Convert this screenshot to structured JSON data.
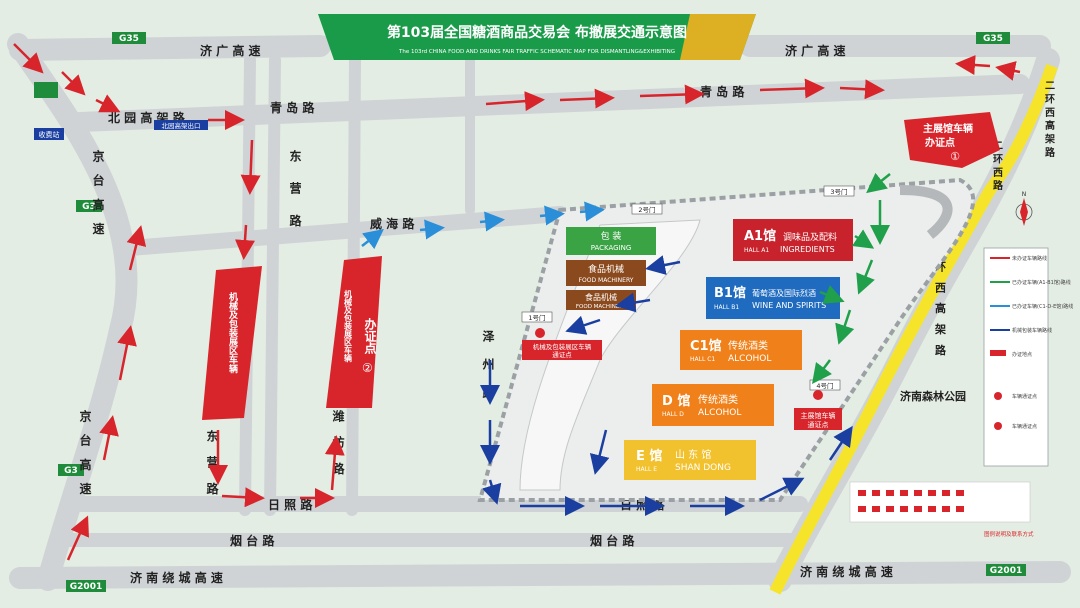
{
  "title": {
    "main": "第103届全国糖酒商品交易会  布撤展交通示意图",
    "sub": "The 103rd CHINA FOOD AND DRINKS FAIR TRAFFIC SCHEMATIC MAP FOR DISMANTLING&EXHIBITING"
  },
  "highway_badges": [
    "G35",
    "G35",
    "G3",
    "G3",
    "G2001",
    "G2001"
  ],
  "roads": {
    "jiguang_left": "济 广 高 速",
    "jiguang_right": "济 广 高 速",
    "beiyuan": "北 园 高 架 路",
    "qingdao_1": "青 岛 路",
    "qingdao_2": "青 岛 路",
    "dongying": "东 营 路",
    "weihai": "威 海 路",
    "jingtai_top": "京 台 高 速",
    "jingtai_bottom": "京 台 高 速",
    "erhuan_top": "二 环 西 高 架 路",
    "erhuan_right": "二 环 西 路",
    "erhuan_mid": "二 环 西 高 架 路",
    "zezhou": "泽 州 路",
    "weifang": "潍 坊 路",
    "dongying_lower": "东 营 路",
    "rizhao_1": "日 照 路",
    "rizhao_2": "日 照 路",
    "yantai_1": "烟 台 路",
    "yantai_2": "烟 台 路",
    "jinan_ring": "济 南 绕 城 高 速",
    "jinan_ring_right": "济 南 绕 城 高 速",
    "beiyuan_exit": "北园高架出口",
    "toll": "收费站",
    "forest_park": "济南森林公园",
    "erhuan_small": "二环西高架"
  },
  "gates": {
    "g1": "1号门",
    "g2": "2号门",
    "g3": "3号门",
    "g4": "4号门"
  },
  "halls": [
    {
      "id": "A1",
      "cn": "调味品及配料",
      "en": "INGREDIENTS",
      "code": "A1馆",
      "hall": "HALL A1",
      "color": "#c8232c"
    },
    {
      "id": "B1",
      "cn": "葡萄酒及国际烈酒",
      "en": "WINE AND SPIRITS",
      "code": "B1馆",
      "hall": "HALL B1",
      "color": "#1f6bbf"
    },
    {
      "id": "C1",
      "cn": "传统酒类",
      "en": "ALCOHOL",
      "code": "C1馆",
      "hall": "HALL C1",
      "color": "#f0811a"
    },
    {
      "id": "D",
      "cn": "传统酒类",
      "en": "ALCOHOL",
      "code": "D 馆",
      "hall": "HALL D",
      "color": "#f0811a"
    },
    {
      "id": "E",
      "cn": "山 东 馆",
      "en": "SHAN DONG",
      "code": "E 馆",
      "hall": "HALL E",
      "color": "#f2c12e"
    }
  ],
  "small_halls": [
    {
      "cn": "包 装",
      "en": "PACKAGING",
      "color": "#3aa344"
    },
    {
      "cn": "食品机械",
      "en": "FOOD MACHINERY",
      "color": "#8b4a1e"
    },
    {
      "cn": "食品机械",
      "en": "FOOD MACHINERY",
      "color": "#8b4a1e"
    }
  ],
  "checkpoints": {
    "main": "主展馆车辆\n办证点",
    "main_num": "①",
    "machinery_vert": "机械及包装展区车辆",
    "cert_vert": "机械及包装展区车辆",
    "cert_point": "办证点",
    "cert_num": "②",
    "machinery_pass": "机械及包装展区车辆\n通证点",
    "main_pass": "主展馆车辆\n通证点"
  },
  "legend": {
    "items": [
      "未办证车辆路线",
      "已办证车辆(A1-B1馆)路线",
      "已办证车辆(C1-D-E馆)路线",
      "机械包装车辆路线",
      "办证地点",
      "车辆通证点",
      "车辆通证点"
    ],
    "bottom_note": "图例说明及联系方式"
  },
  "colors": {
    "title_green": "#1a9b4a",
    "road": "#cfd3d6",
    "yellow_road": "#f5e42a",
    "red_arrow": "#d7252b",
    "blue_arrow": "#1a3fa0",
    "green_arrow": "#20a04a",
    "bg": "#e3ede2"
  }
}
